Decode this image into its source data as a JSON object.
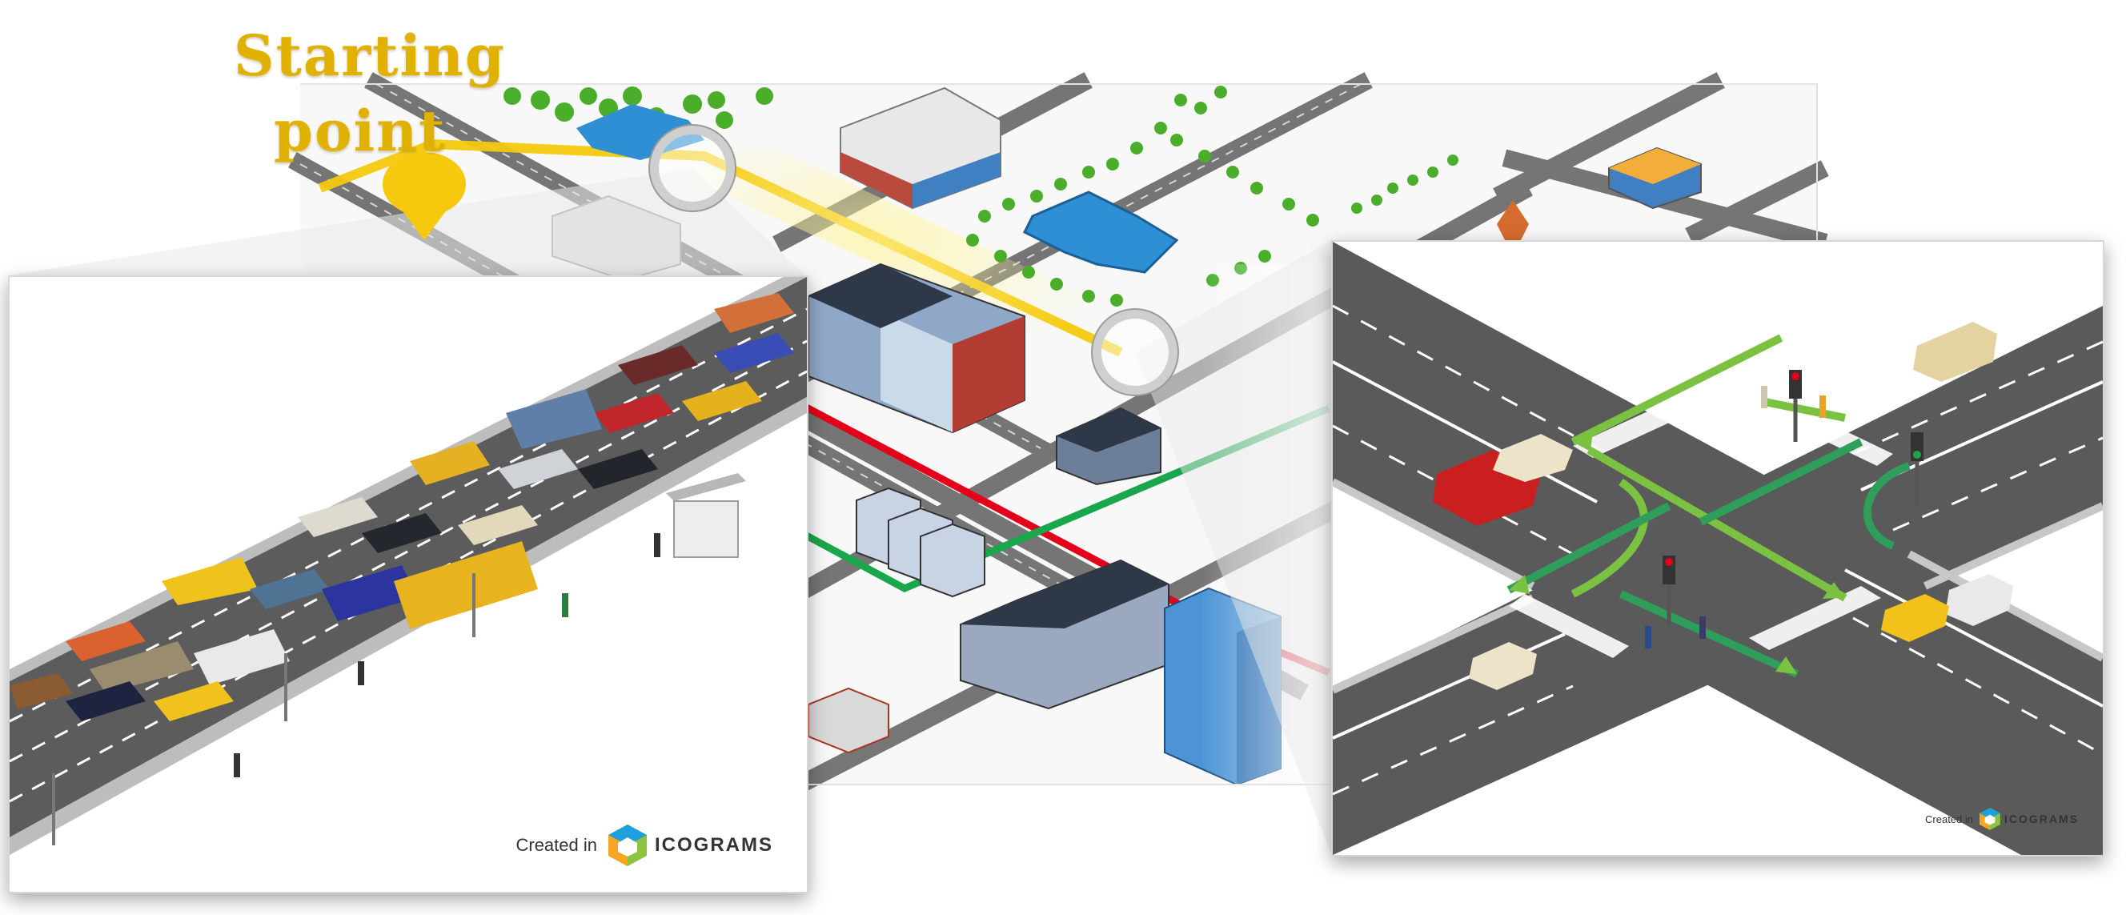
{
  "heading": {
    "line1": "Starting",
    "line2": "point"
  },
  "watermark": {
    "created_label": "Created in",
    "brand": "ICOGRAMS"
  },
  "colors": {
    "route_yellow": "#f6c90e",
    "route_red": "#e3001b",
    "route_green": "#1aa64a",
    "road": "#5f5f5f",
    "water": "#2e8fd4",
    "tree": "#4aae2b",
    "arrow_light": "#7cc242",
    "arrow_dark": "#2e9e5a",
    "heading_gold": "#e0b100"
  },
  "icons": [
    "magnifier-lens-icon",
    "traffic-light-icon",
    "bus-stop-icon",
    "icograms-logo-icon"
  ]
}
